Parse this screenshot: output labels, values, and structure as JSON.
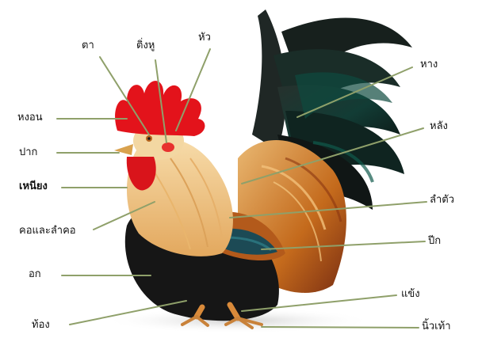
{
  "diagram": {
    "labels": {
      "ta": "ตา",
      "ting_hu": "ติ่งหู",
      "hua": "หัว",
      "hang": "หาง",
      "hong_on": "หงอน",
      "lang": "หลัง",
      "pak": "ปาก",
      "niang": "เหนียง",
      "lam_tua": "ลำตัว",
      "kho_lam_kho": "คอและลำคอ",
      "pik": "ปีก",
      "ok": "อก",
      "khaeng": "แข้ง",
      "thong": "ท้อง",
      "niu_thao": "นิ้วเท้า"
    },
    "colors": {
      "leader_line": "#8fa06a",
      "comb": "#e3131b",
      "wattle": "#d9141b",
      "neck_feathers": "#f0cc8a",
      "breast": "#1a1a1a",
      "tail": "#1c2a26",
      "tail_sheen": "#0f4a40",
      "wing_bar": "#1c4a55",
      "saddle": "#c8701e",
      "leg": "#d98a3a"
    }
  }
}
